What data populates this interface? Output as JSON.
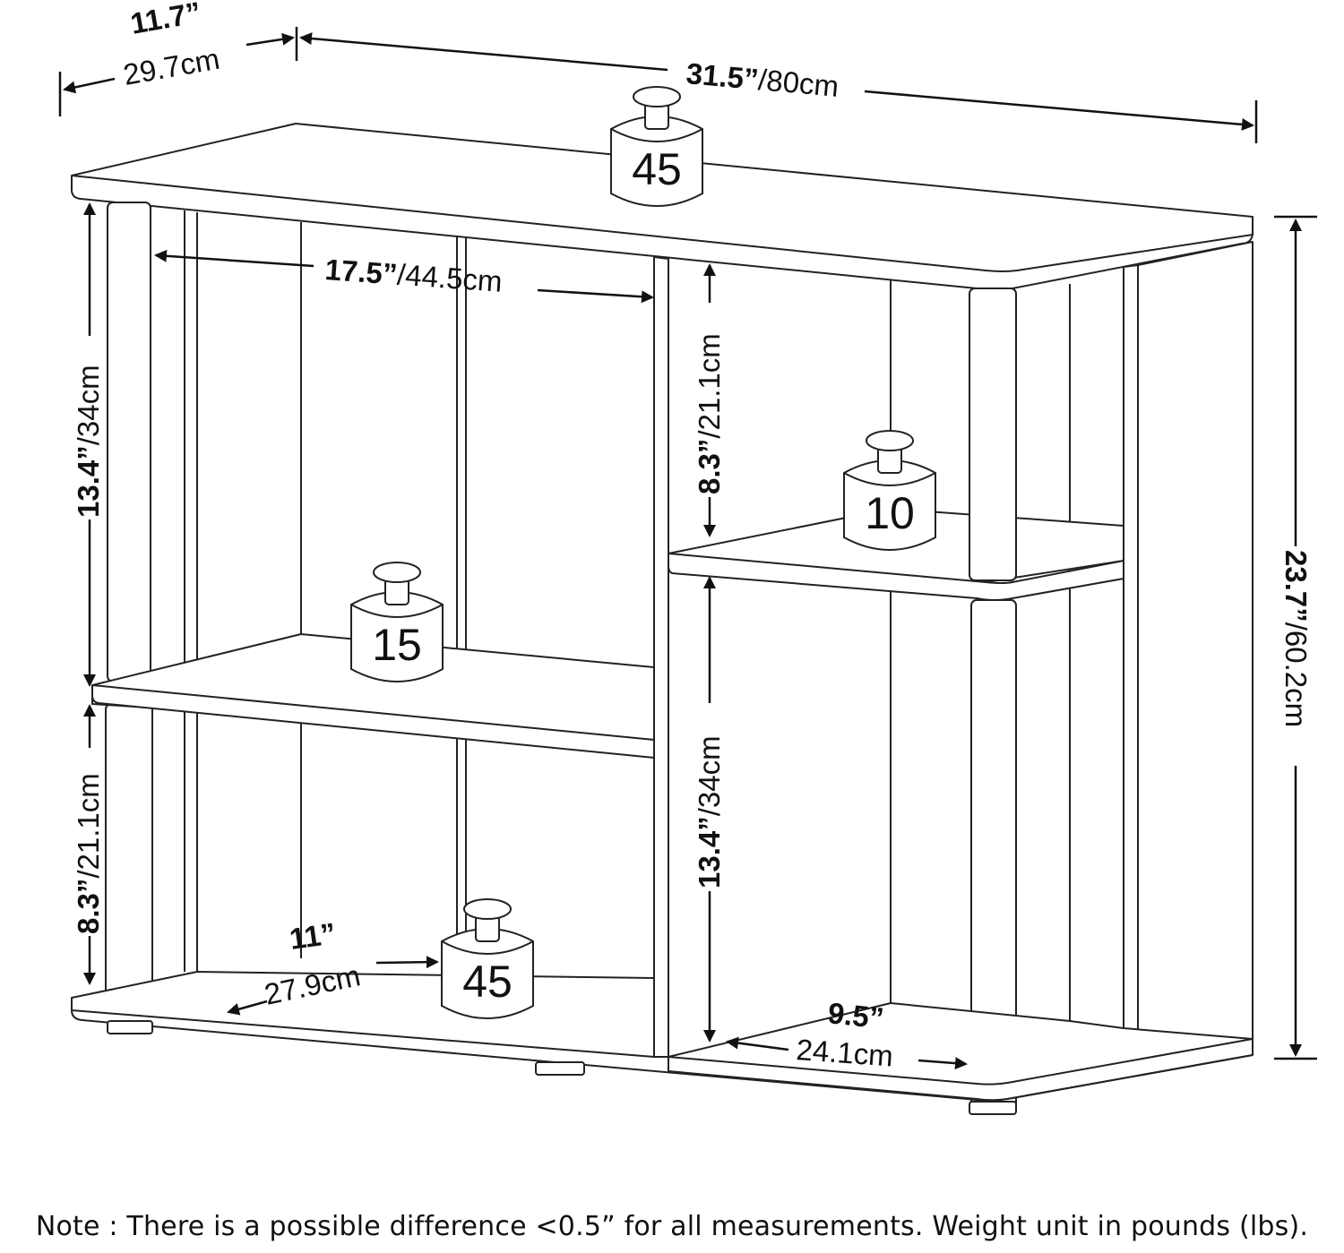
{
  "dimensions": {
    "depth_top": {
      "in": "11.7”",
      "cm": "29.7cm"
    },
    "width_overall": {
      "in": "31.5”",
      "cm": "/80cm"
    },
    "inner_width_left": {
      "in": "17.5”",
      "cm": "/44.5cm"
    },
    "left_upper_height": {
      "in": "13.4”",
      "cm": "/34cm"
    },
    "left_lower_height": {
      "in": "8.3”",
      "cm": "/21.1cm"
    },
    "right_upper_height": {
      "in": "8.3”",
      "cm": "/21.1cm"
    },
    "right_lower_height": {
      "in": "13.4”",
      "cm": "/34cm"
    },
    "overall_height": {
      "in": "23.7”",
      "cm": "/60.2cm"
    },
    "bottom_depth_left": {
      "in": "11”",
      "cm": "27.9cm"
    },
    "bottom_width_right": {
      "in": "9.5”",
      "cm": "24.1cm"
    }
  },
  "weights": {
    "top": "45",
    "right_shelf": "10",
    "left_shelf": "15",
    "bottom": "45"
  },
  "note": "Note : There is a possible difference <0.5” for all measurements. Weight unit in pounds (lbs)."
}
